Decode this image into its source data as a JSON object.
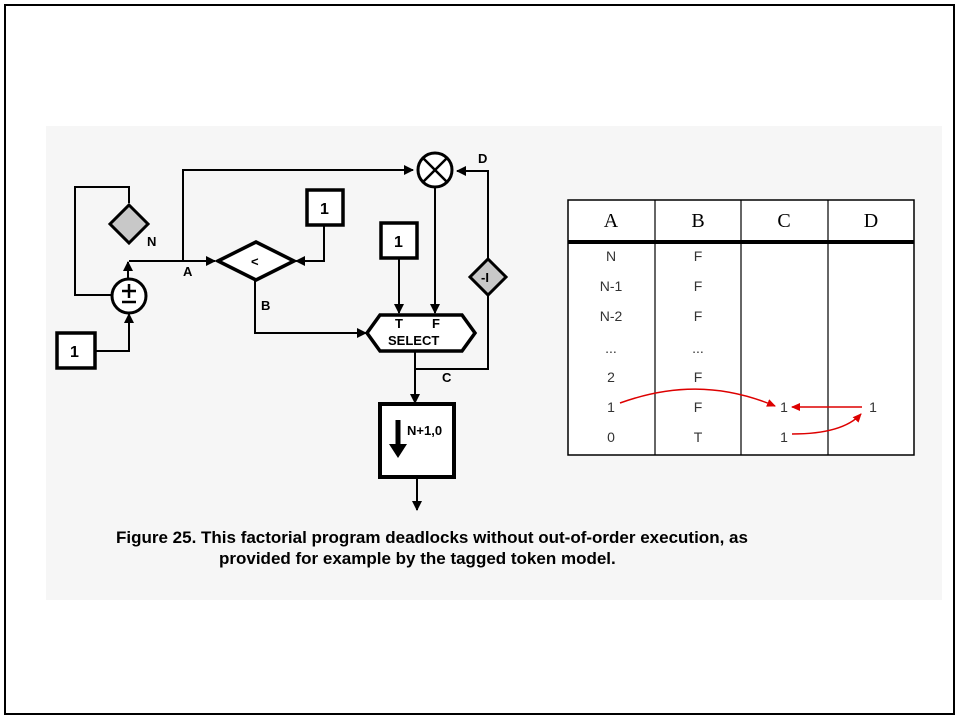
{
  "diagram": {
    "constant_plus": "1",
    "constant_compare": "1",
    "constant_select": "1",
    "compare_op": "<",
    "negate_op": "-I",
    "select_true": "T",
    "select_false": "F",
    "select_label": "SELECT",
    "output_label": "N+1,0",
    "label_A": "A",
    "label_B": "B",
    "label_C": "C",
    "label_D": "D",
    "label_N": "N"
  },
  "table": {
    "headers": [
      "A",
      "B",
      "C",
      "D"
    ],
    "rows": [
      [
        "N",
        "F",
        "",
        ""
      ],
      [
        "N-1",
        "F",
        "",
        ""
      ],
      [
        "N-2",
        "F",
        "",
        ""
      ],
      [
        "...",
        "...",
        "",
        ""
      ],
      [
        "2",
        "F",
        "",
        ""
      ],
      [
        "1",
        "F",
        "1",
        "1"
      ],
      [
        "0",
        "T",
        "1",
        ""
      ]
    ],
    "arrow_color": "#dd0000"
  },
  "caption": {
    "line1": "Figure 25.  This factorial program deadlocks without out-of-order execution, as",
    "line2": "provided for example by the tagged token model."
  }
}
